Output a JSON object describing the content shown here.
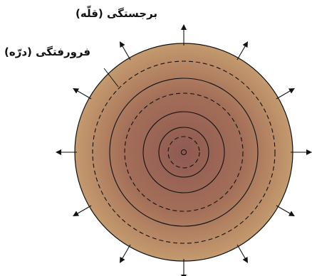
{
  "labels": {
    "crest": "برجستگی (قلّه)",
    "trough": "فرورفتگی (درّه)"
  },
  "colors": {
    "disc_center": "#8f5a52",
    "disc_mid": "#a36e58",
    "disc_edge": "#c49a6e",
    "line": "#111111"
  },
  "rings": [
    {
      "kind": "trough",
      "style": "dashed"
    },
    {
      "kind": "crest",
      "style": "solid"
    },
    {
      "kind": "crest",
      "style": "solid"
    },
    {
      "kind": "trough",
      "style": "dashed"
    },
    {
      "kind": "crest",
      "style": "solid"
    },
    {
      "kind": "trough",
      "style": "dashed"
    }
  ],
  "arrow_count": 12
}
